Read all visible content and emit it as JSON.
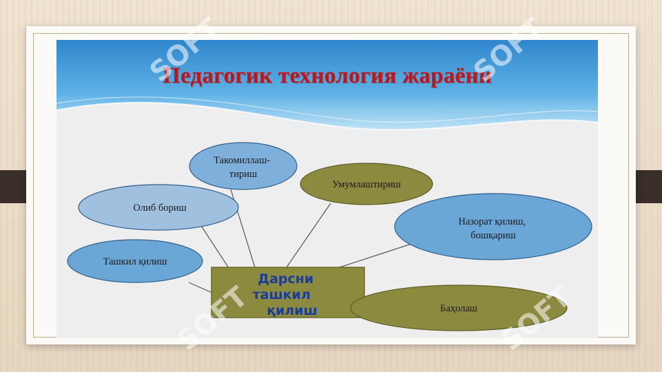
{
  "slide": {
    "title": "Педагогик технология жараёни"
  },
  "diagram": {
    "center": {
      "lines": [
        "Дарсни",
        "ташкил",
        "қилиш"
      ]
    },
    "nodes": [
      {
        "id": "takomil",
        "lines": [
          "Такомиллаш-",
          "тириш"
        ],
        "color": "#7fb0dc"
      },
      {
        "id": "umumlash",
        "lines": [
          "Умумлаштириш"
        ],
        "color": "#8c8a3e"
      },
      {
        "id": "olib",
        "lines": [
          "Олиб бориш"
        ],
        "color": "#9fc0df"
      },
      {
        "id": "nazorat",
        "lines": [
          "Назорат қилиш,",
          "бошқариш"
        ],
        "color": "#6aa6d6"
      },
      {
        "id": "tashkil",
        "lines": [
          "Ташкил қилиш"
        ],
        "color": "#6aa6d6"
      },
      {
        "id": "baholash",
        "lines": [
          "Баҳолаш"
        ],
        "color": "#8c8a3e"
      }
    ]
  },
  "watermark": {
    "text": "SOFT"
  },
  "colors": {
    "title": "#c0161b",
    "center_box": "#8c8a3e",
    "center_text": "#1a3c9b",
    "header_blue": "#2f8fd0"
  }
}
